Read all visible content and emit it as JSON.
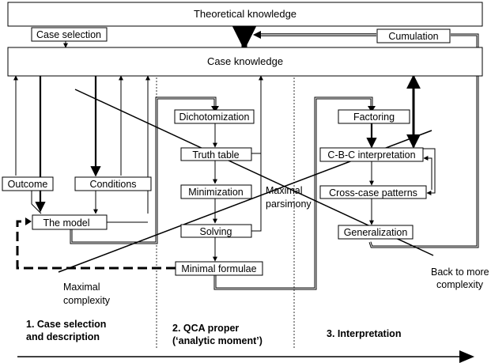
{
  "boxes": {
    "theoretical_knowledge": "Theoretical knowledge",
    "case_selection": "Case selection",
    "cumulation": "Cumulation",
    "case_knowledge": "Case knowledge",
    "outcome": "Outcome",
    "conditions": "Conditions",
    "the_model": "The model",
    "dichotomization": "Dichotomization",
    "truth_table": "Truth table",
    "minimization": "Minimization",
    "solving": "Solving",
    "minimal_formulae": "Minimal formulae",
    "factoring": "Factoring",
    "cbc_interpretation": "C-B-C interpretation",
    "cross_case_patterns": "Cross-case patterns",
    "generalization": "Generalization"
  },
  "annotations": {
    "maximal_parsimony_1": "Maximal",
    "maximal_parsimony_2": "parsimony",
    "maximal_complexity_1": "Maximal",
    "maximal_complexity_2": "complexity",
    "back_to_complexity_1": "Back to more",
    "back_to_complexity_2": "complexity"
  },
  "phases": {
    "phase1_line1": "1. Case selection",
    "phase1_line2": "and description",
    "phase2_line1": "2. QCA proper",
    "phase2_line2": "(‘analytic moment’)",
    "phase3_line1": "3. Interpretation"
  }
}
